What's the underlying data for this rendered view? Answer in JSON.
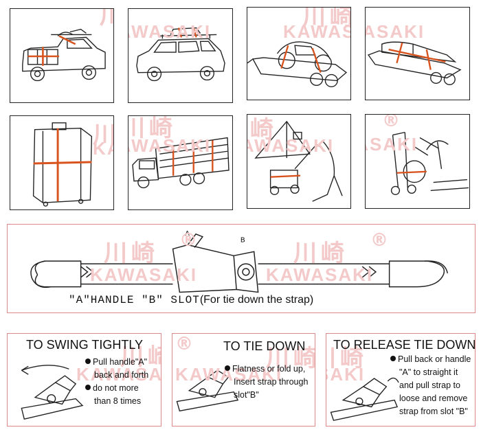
{
  "watermark": {
    "chinese": "川崎",
    "brand": "KAWASAKI",
    "registered": "®"
  },
  "strap_color": "#d9531e",
  "caption": {
    "part1": "\"A\"HANDLE \"B\" SLOT",
    "part2": "(For tie down the strap)"
  },
  "labels": {
    "a": "A",
    "b": "B"
  },
  "steps": [
    {
      "title": "TO SWING TIGHTLY",
      "lines": [
        "Pull handle\"A\"",
        "back and forth",
        "do not more",
        "than 8 times"
      ]
    },
    {
      "title": "TO TIE DOWN",
      "lines": [
        "Flatness or fold up,",
        "Insert strap through",
        "slot\"B\""
      ]
    },
    {
      "title": "TO RELEASE TIE DOWN",
      "lines": [
        "Pull back or handle",
        "\"A\" to straight it",
        "and pull strap to",
        "loose and remove",
        "strap from slot \"B\""
      ]
    }
  ]
}
